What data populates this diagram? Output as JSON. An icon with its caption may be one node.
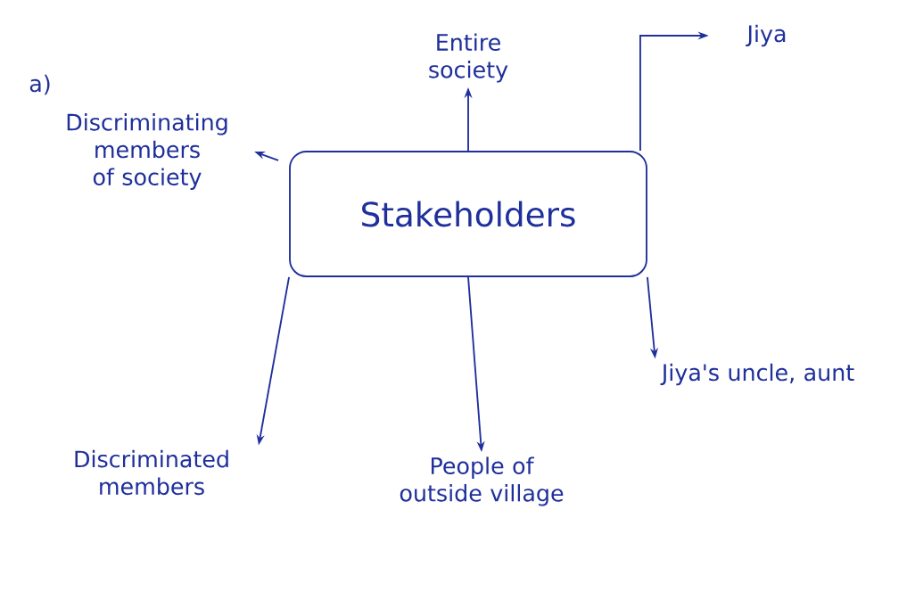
{
  "diagram": {
    "nodes": [
      {
        "text": [
          "Stakeholders"
        ]
      },
      {
        "text": [
          "Discriminating members of society"
        ]
      },
      {
        "text": [
          "Entire society"
        ]
      },
      {
        "text": [
          "Jiya"
        ]
      },
      {
        "text": [
          "Discriminated members"
        ]
      },
      {
        "text": [
          "People of outside village"
        ]
      },
      {
        "text": [
          "Jiya's uncle, aunt"
        ]
      }
    ],
    "edges": [
      {
        "from": 0,
        "to": 1,
        "arrow": "to"
      },
      {
        "from": 0,
        "to": 2,
        "arrow": "to"
      },
      {
        "from": 0,
        "to": 3,
        "arrow": "to"
      },
      {
        "from": 0,
        "to": 4,
        "arrow": "to"
      },
      {
        "from": 0,
        "to": 5,
        "arrow": "to"
      },
      {
        "from": 0,
        "to": 6,
        "arrow": "to"
      }
    ],
    "labels": [
      "a)"
    ]
  }
}
